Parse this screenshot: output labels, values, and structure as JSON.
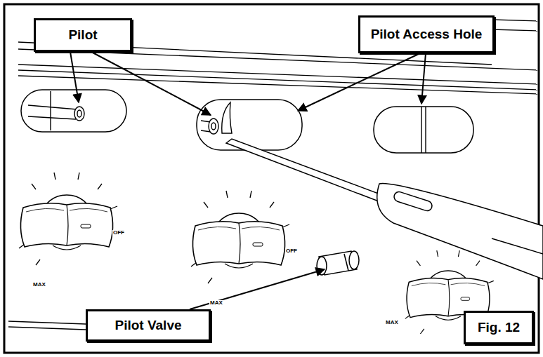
{
  "diagram": {
    "nodes": [
      {
        "text": [
          "Pilot"
        ]
      },
      {
        "text": [
          "Pilot Access Hole"
        ]
      },
      {
        "text": [
          "Pilot Valve"
        ]
      },
      {
        "text": [
          "Fig. 12"
        ]
      }
    ],
    "labels": [
      "OFF",
      "MAX",
      "OFF",
      "MAX",
      "MAX"
    ]
  }
}
